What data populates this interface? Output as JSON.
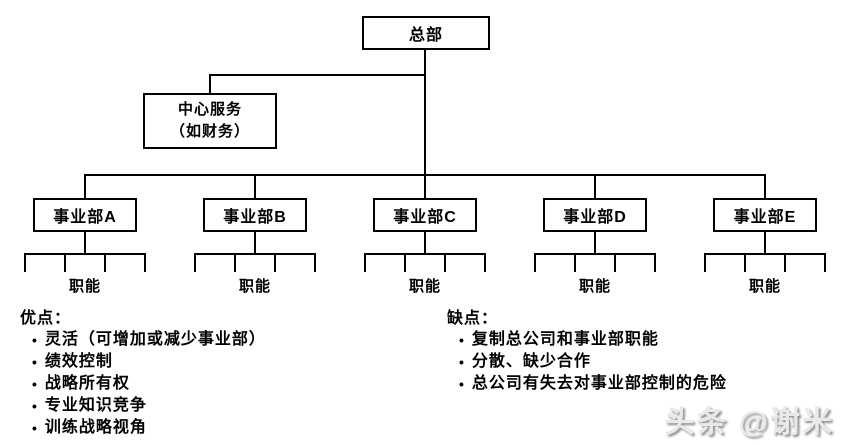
{
  "diagram": {
    "root": {
      "label": "总部"
    },
    "central_service": {
      "label_line1": "中心服务",
      "label_line2": "（如财务）"
    },
    "divisions": [
      {
        "label": "事业部A",
        "function_label": "职能"
      },
      {
        "label": "事业部B",
        "function_label": "职能"
      },
      {
        "label": "事业部C",
        "function_label": "职能"
      },
      {
        "label": "事业部D",
        "function_label": "职能"
      },
      {
        "label": "事业部E",
        "function_label": "职能"
      }
    ],
    "advantages": {
      "title": "优点：",
      "bullet": "•",
      "items": [
        "灵活（可增加或减少事业部）",
        "绩效控制",
        "战略所有权",
        "专业知识竞争",
        "训练战略视角"
      ]
    },
    "disadvantages": {
      "title": "缺点：",
      "bullet": "•",
      "items": [
        "复制总公司和事业部职能",
        "分散、缺少合作",
        "总公司有失去对事业部控制的危险"
      ]
    },
    "watermark": "头条 @谢米",
    "colors": {
      "line": "#000000",
      "background": "#ffffff",
      "box_border": "#000000",
      "watermark_gray": "#8f8f8f"
    }
  }
}
